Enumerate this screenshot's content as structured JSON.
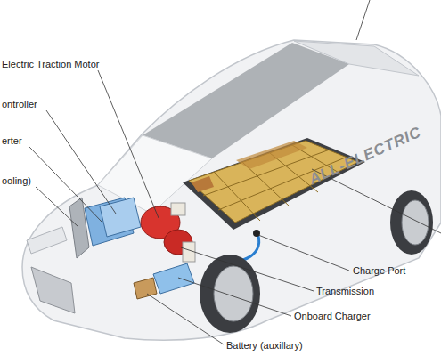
{
  "diagram": {
    "labels": [
      "Electric Traction Motor",
      "ontroller",
      "erter",
      "ooling)",
      "Charge Port",
      "Transmission",
      "Onboard Charger",
      "Battery (auxillary)",
      "ALL-ELECTRIC"
    ]
  }
}
